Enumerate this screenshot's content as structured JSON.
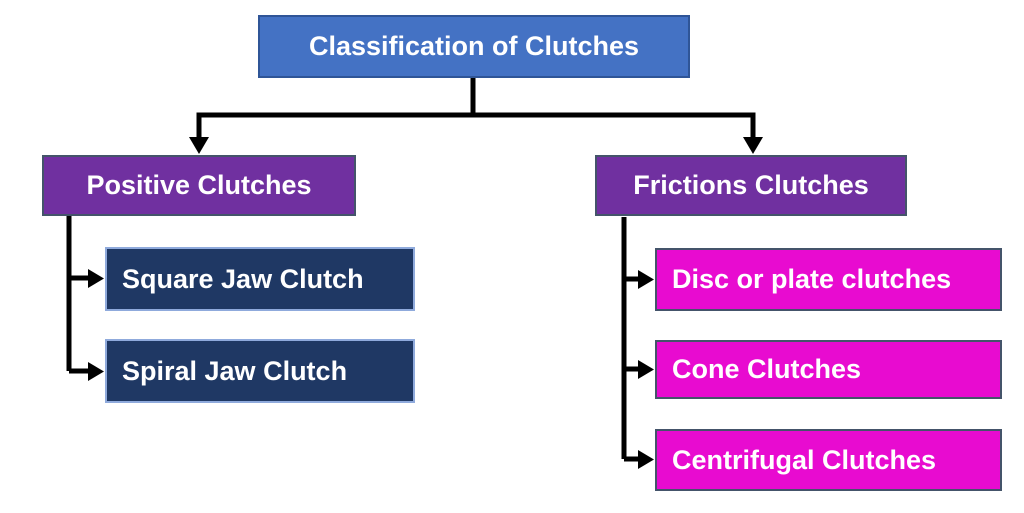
{
  "diagram": {
    "text_color": "#FFFFFF",
    "connector": {
      "color": "#000000"
    },
    "root": {
      "label": "Classification of Clutches",
      "fill": "#4472C4",
      "border": "#2F5597"
    },
    "branches": [
      {
        "label": "Positive Clutches",
        "fill": "#7030A0",
        "border": "#44546A",
        "children": [
          {
            "label": "Square Jaw Clutch",
            "fill": "#1F3864",
            "border": "#8FAADC"
          },
          {
            "label": "Spiral Jaw Clutch",
            "fill": "#1F3864",
            "border": "#8FAADC"
          }
        ]
      },
      {
        "label": "Frictions Clutches",
        "fill": "#7030A0",
        "border": "#44546A",
        "children": [
          {
            "label": "Disc or plate clutches",
            "fill": "#E80BD0",
            "border": "#44546A"
          },
          {
            "label": "Cone Clutches",
            "fill": "#E80BD0",
            "border": "#44546A"
          },
          {
            "label": "Centrifugal Clutches",
            "fill": "#E80BD0",
            "border": "#44546A"
          }
        ]
      }
    ]
  }
}
